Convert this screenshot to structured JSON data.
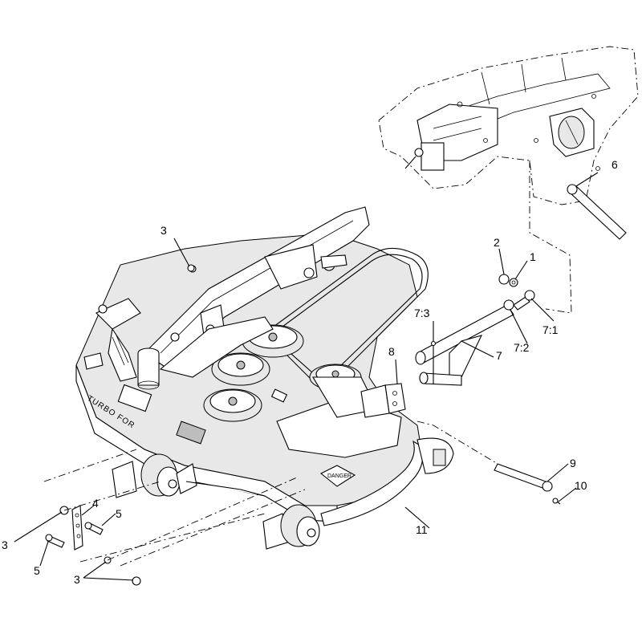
{
  "diagram": {
    "callouts": [
      {
        "id": "c-6",
        "text": "6"
      },
      {
        "id": "c-3-top",
        "text": "3"
      },
      {
        "id": "c-2",
        "text": "2"
      },
      {
        "id": "c-1",
        "text": "1"
      },
      {
        "id": "c-7-3",
        "text": "7:3"
      },
      {
        "id": "c-7-1",
        "text": "7:1"
      },
      {
        "id": "c-7-2",
        "text": "7:2"
      },
      {
        "id": "c-7",
        "text": "7"
      },
      {
        "id": "c-8",
        "text": "8"
      },
      {
        "id": "c-9",
        "text": "9"
      },
      {
        "id": "c-10",
        "text": "10"
      },
      {
        "id": "c-11",
        "text": "11"
      },
      {
        "id": "c-4",
        "text": "4"
      },
      {
        "id": "c-5-right",
        "text": "5"
      },
      {
        "id": "c-3-left",
        "text": "3"
      },
      {
        "id": "c-5-left",
        "text": "5"
      },
      {
        "id": "c-3-bottom",
        "text": "3"
      }
    ],
    "deck_lettering": "TURBO FOR",
    "danger_sticker": "DANGER"
  }
}
